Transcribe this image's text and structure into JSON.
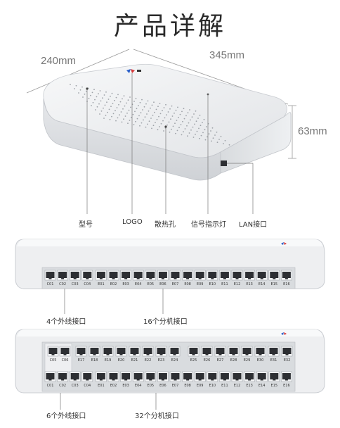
{
  "page": {
    "title": "产品详解"
  },
  "top_view": {
    "dim_width": "240mm",
    "dim_length": "345mm",
    "dim_height": "63mm",
    "callouts": [
      "型号",
      "LOGO",
      "散热孔",
      "信号指示灯",
      "LAN接口"
    ]
  },
  "panel_16": {
    "ports": [
      "C01",
      "C02",
      "C03",
      "C04",
      "E01",
      "E02",
      "E03",
      "E04",
      "E05",
      "E06",
      "E07",
      "E08",
      "E09",
      "E10",
      "E11",
      "E12",
      "E13",
      "E14",
      "E15",
      "E16"
    ],
    "label_outer": "4个外线接口",
    "label_inner": "16个分机接口"
  },
  "panel_32": {
    "upper_left_ports": [
      "C05",
      "C06"
    ],
    "upper_ports": [
      "E17",
      "E18",
      "E19",
      "E20",
      "E21",
      "E22",
      "E23",
      "E24",
      "E25",
      "E26",
      "E27",
      "E28",
      "E29",
      "E30",
      "E31",
      "E32"
    ],
    "lower_ports": [
      "C01",
      "C02",
      "C03",
      "C04",
      "E01",
      "E02",
      "E03",
      "E04",
      "E05",
      "E06",
      "E07",
      "E08",
      "E09",
      "E10",
      "E11",
      "E12",
      "E13",
      "E14",
      "E15",
      "E16"
    ],
    "label_outer": "6个外线接口",
    "label_inner": "32个分机接口"
  },
  "colors": {
    "shell": "#eeeff1",
    "shell_shadow": "#c9ccd1",
    "port_dark": "#2d2f33",
    "logo_blue": "#2a5fc9",
    "logo_red": "#d43a3a"
  }
}
